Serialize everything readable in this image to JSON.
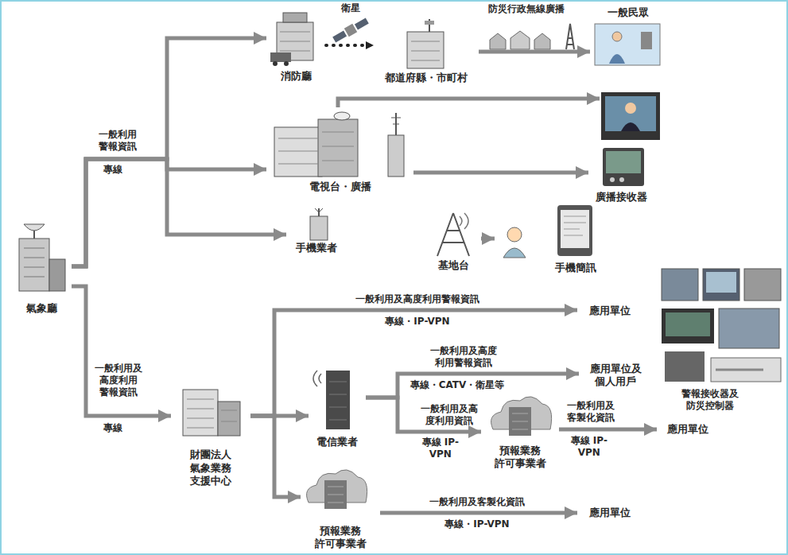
{
  "diagram": {
    "nodes": [
      {
        "text": [
          "氣象廳"
        ]
      },
      {
        "text": [
          "消防廳"
        ]
      },
      {
        "text": [
          "都道府縣・市町村"
        ]
      },
      {
        "text": [
          "一般民眾"
        ]
      },
      {
        "text": [
          "電視台・廣播"
        ]
      },
      {
        "text": [
          "手機業者"
        ]
      },
      {
        "text": [
          "基地台"
        ]
      },
      {
        "text": [
          "手機簡訊"
        ]
      },
      {
        "text": [
          "廣播接收器"
        ]
      },
      {
        "text": [
          "財團法人 氣象業務 支援中心"
        ]
      },
      {
        "text": [
          "應用單位"
        ]
      },
      {
        "text": [
          "電信業者"
        ]
      },
      {
        "text": [
          "應用單位及 個人用戶"
        ]
      },
      {
        "text": [
          "預報業務 許可事業者"
        ]
      },
      {
        "text": [
          "應用單位"
        ]
      },
      {
        "text": [
          "預報業務 許可事業者"
        ]
      },
      {
        "text": [
          "應用單位"
        ]
      }
    ],
    "edges": [
      {
        "from": 0,
        "to": 1,
        "arrow": "to"
      },
      {
        "from": 0,
        "to": 4,
        "label": "一般利用 警報資訊",
        "arrow": "to"
      },
      {
        "from": 0,
        "to": 5,
        "arrow": "to"
      },
      {
        "from": 1,
        "to": 2,
        "label": "衛星",
        "arrow": "to"
      },
      {
        "from": 2,
        "to": 3,
        "label": "防災行政無線廣播",
        "arrow": "to"
      },
      {
        "from": 4,
        "to": 8,
        "arrow": "to"
      },
      {
        "from": 6,
        "to": 7,
        "arrow": "to"
      },
      {
        "from": 0,
        "to": 9,
        "label": "一般利用及 高度利用 警報資訊",
        "arrow": "to"
      },
      {
        "from": 9,
        "to": 10,
        "label": "一般利用及高度利用警報資訊",
        "arrow": "to"
      },
      {
        "from": 9,
        "to": 11,
        "arrow": "to"
      },
      {
        "from": 9,
        "to": 15,
        "arrow": "to"
      },
      {
        "from": 11,
        "to": 12,
        "label": "一般利用及高度 利用警報資訊",
        "arrow": "to"
      },
      {
        "from": 11,
        "to": 13,
        "label": "一般利用及高 度利用資訊",
        "arrow": "to"
      },
      {
        "from": 13,
        "to": 14,
        "label": "一般利用及 客製化資訊",
        "arrow": "to"
      },
      {
        "from": 15,
        "to": 16,
        "label": "一般利用及客製化資訊",
        "arrow": "to"
      }
    ],
    "labels": [
      "專線",
      "專線",
      "專線・IP-VPN",
      "專線・CATV・衛星等",
      "專線 IP-VPN",
      "專線 IP-VPN",
      "專線・IP-VPN",
      "警報接收器及 防災控制器"
    ]
  }
}
